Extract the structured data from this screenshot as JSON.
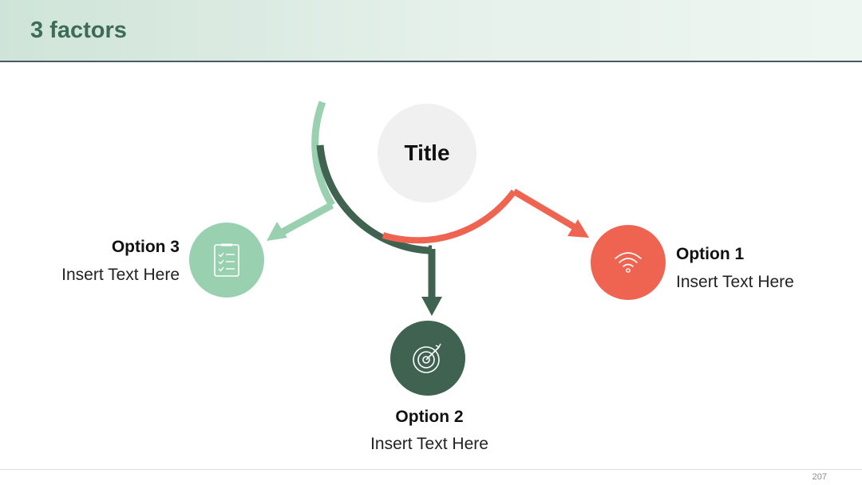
{
  "header": {
    "title": "3 factors"
  },
  "center": {
    "title": "Title"
  },
  "options": [
    {
      "title": "Option 1",
      "text": "Insert Text Here",
      "icon": "wifi-icon",
      "color": "#ef6351"
    },
    {
      "title": "Option 2",
      "text": "Insert Text Here",
      "icon": "target-icon",
      "color": "#3f6350"
    },
    {
      "title": "Option 3",
      "text": "Insert Text Here",
      "icon": "checklist-icon",
      "color": "#98d0b0"
    }
  ],
  "footer": {
    "page_number": "207"
  }
}
